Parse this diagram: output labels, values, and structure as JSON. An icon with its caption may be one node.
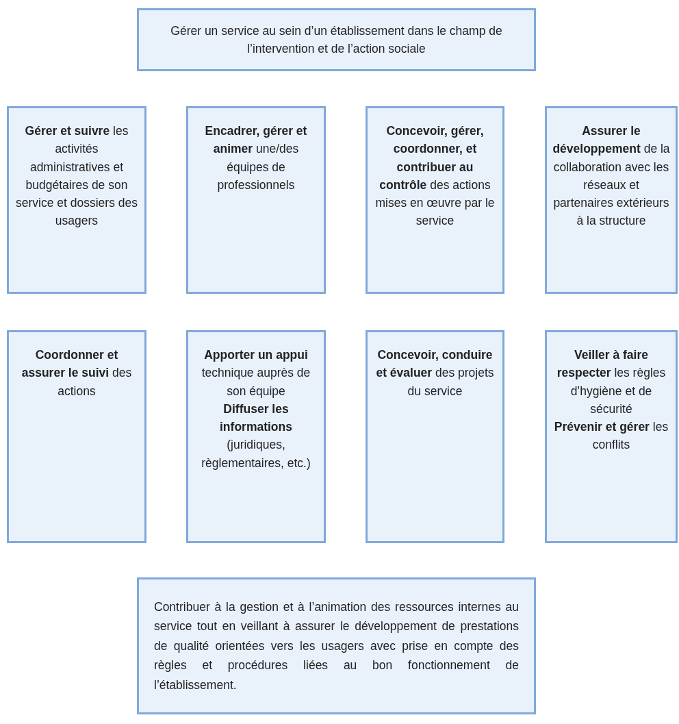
{
  "diagram": {
    "nodes": [
      {
        "text": [
          "Gérer un service au sein d’un établissement dans le champ de l’intervention et de l’action sociale"
        ]
      },
      {
        "text": [
          "**Gérer et suivre** les activités administratives et budgétaires de son service et dossiers des usagers"
        ]
      },
      {
        "text": [
          "**Encadrer, gérer et animer** une/des équipes de professionnels"
        ]
      },
      {
        "text": [
          "**Concevoir, gérer, coordonner, et contribuer au contrôle** des actions mises en œuvre par le service"
        ]
      },
      {
        "text": [
          "**Assurer le développement** de la collaboration avec les réseaux et partenaires extérieurs à la structure"
        ]
      },
      {
        "text": [
          "**Coordonner et assurer le suivi** des actions"
        ]
      },
      {
        "text": [
          "**Apporter un appui** technique auprès de son équipe",
          "**Diffuser les informations** (juridiques, règlementaires, etc.)"
        ]
      },
      {
        "text": [
          "**Concevoir, conduire et évaluer** des projets du service"
        ]
      },
      {
        "text": [
          "**Veiller à faire respecter** les règles d’hygiène et de sécurité",
          "**Prévenir et gérer** les conflits"
        ]
      },
      {
        "text": [
          "Contribuer à la gestion et à l’animation des ressources internes au service tout en veillant à assurer le développement de prestations de qualité orientées vers les usagers avec prise en compte des règles et procédures liées au bon fonctionnement de l’établissement."
        ]
      }
    ]
  }
}
